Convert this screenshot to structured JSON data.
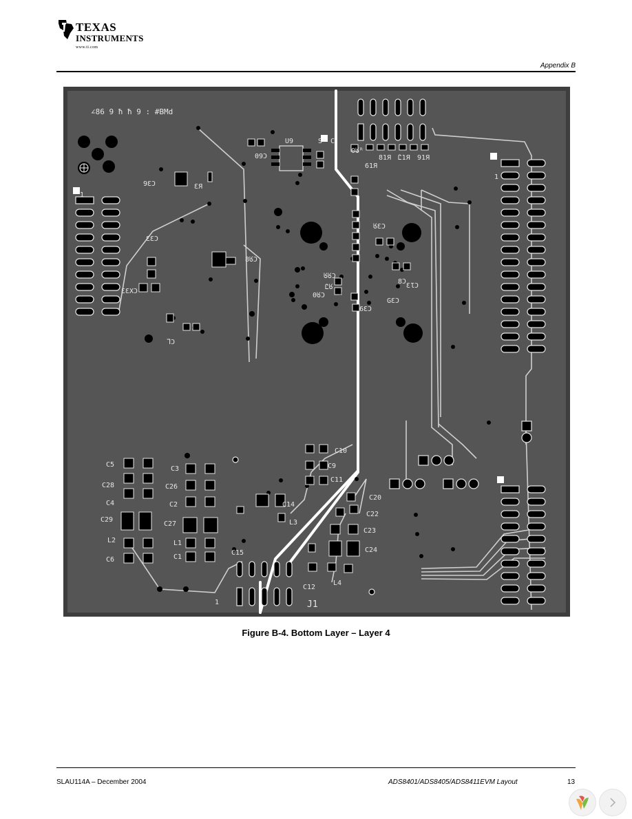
{
  "header": {
    "logo_line1": "TEXAS",
    "logo_line2": "INSTRUMENTS",
    "logo_web": "www.ti.com",
    "section": "Appendix B"
  },
  "figure": {
    "caption": "Figure B-4. Bottom Layer – Layer 4",
    "board_id": "PWB# : 6446987",
    "colors": {
      "board": "#555555",
      "frame": "#3e3e3e",
      "copper": "#000000",
      "silk": "#e6e6e6"
    },
    "labels_upper": [
      "U9",
      "C60",
      "C45",
      "R20",
      "R19",
      "R18",
      "R17",
      "R16",
      "C36",
      "R3",
      "C33",
      "C48",
      "C47",
      "C42",
      "C40",
      "C34",
      "C35",
      "C13",
      "C8",
      "C55",
      "C58",
      "C41",
      "C43",
      "C7"
    ],
    "labels_lower": [
      "C5",
      "C28",
      "C4",
      "C29",
      "L2",
      "C6",
      "C3",
      "C26",
      "C2",
      "C27",
      "L1",
      "C1",
      "C10",
      "C9",
      "C11",
      "C14",
      "L3",
      "C20",
      "C22",
      "C23",
      "C24",
      "C12",
      "J1",
      "L4",
      "C15"
    ],
    "pin_one_marks": [
      "1",
      "1",
      "1",
      "1"
    ]
  },
  "footer": {
    "doc_id": "SLAU114A – December 2004",
    "title": "ADS8401/ADS8405/ADS8411EVM Layout",
    "page_number": "13"
  }
}
